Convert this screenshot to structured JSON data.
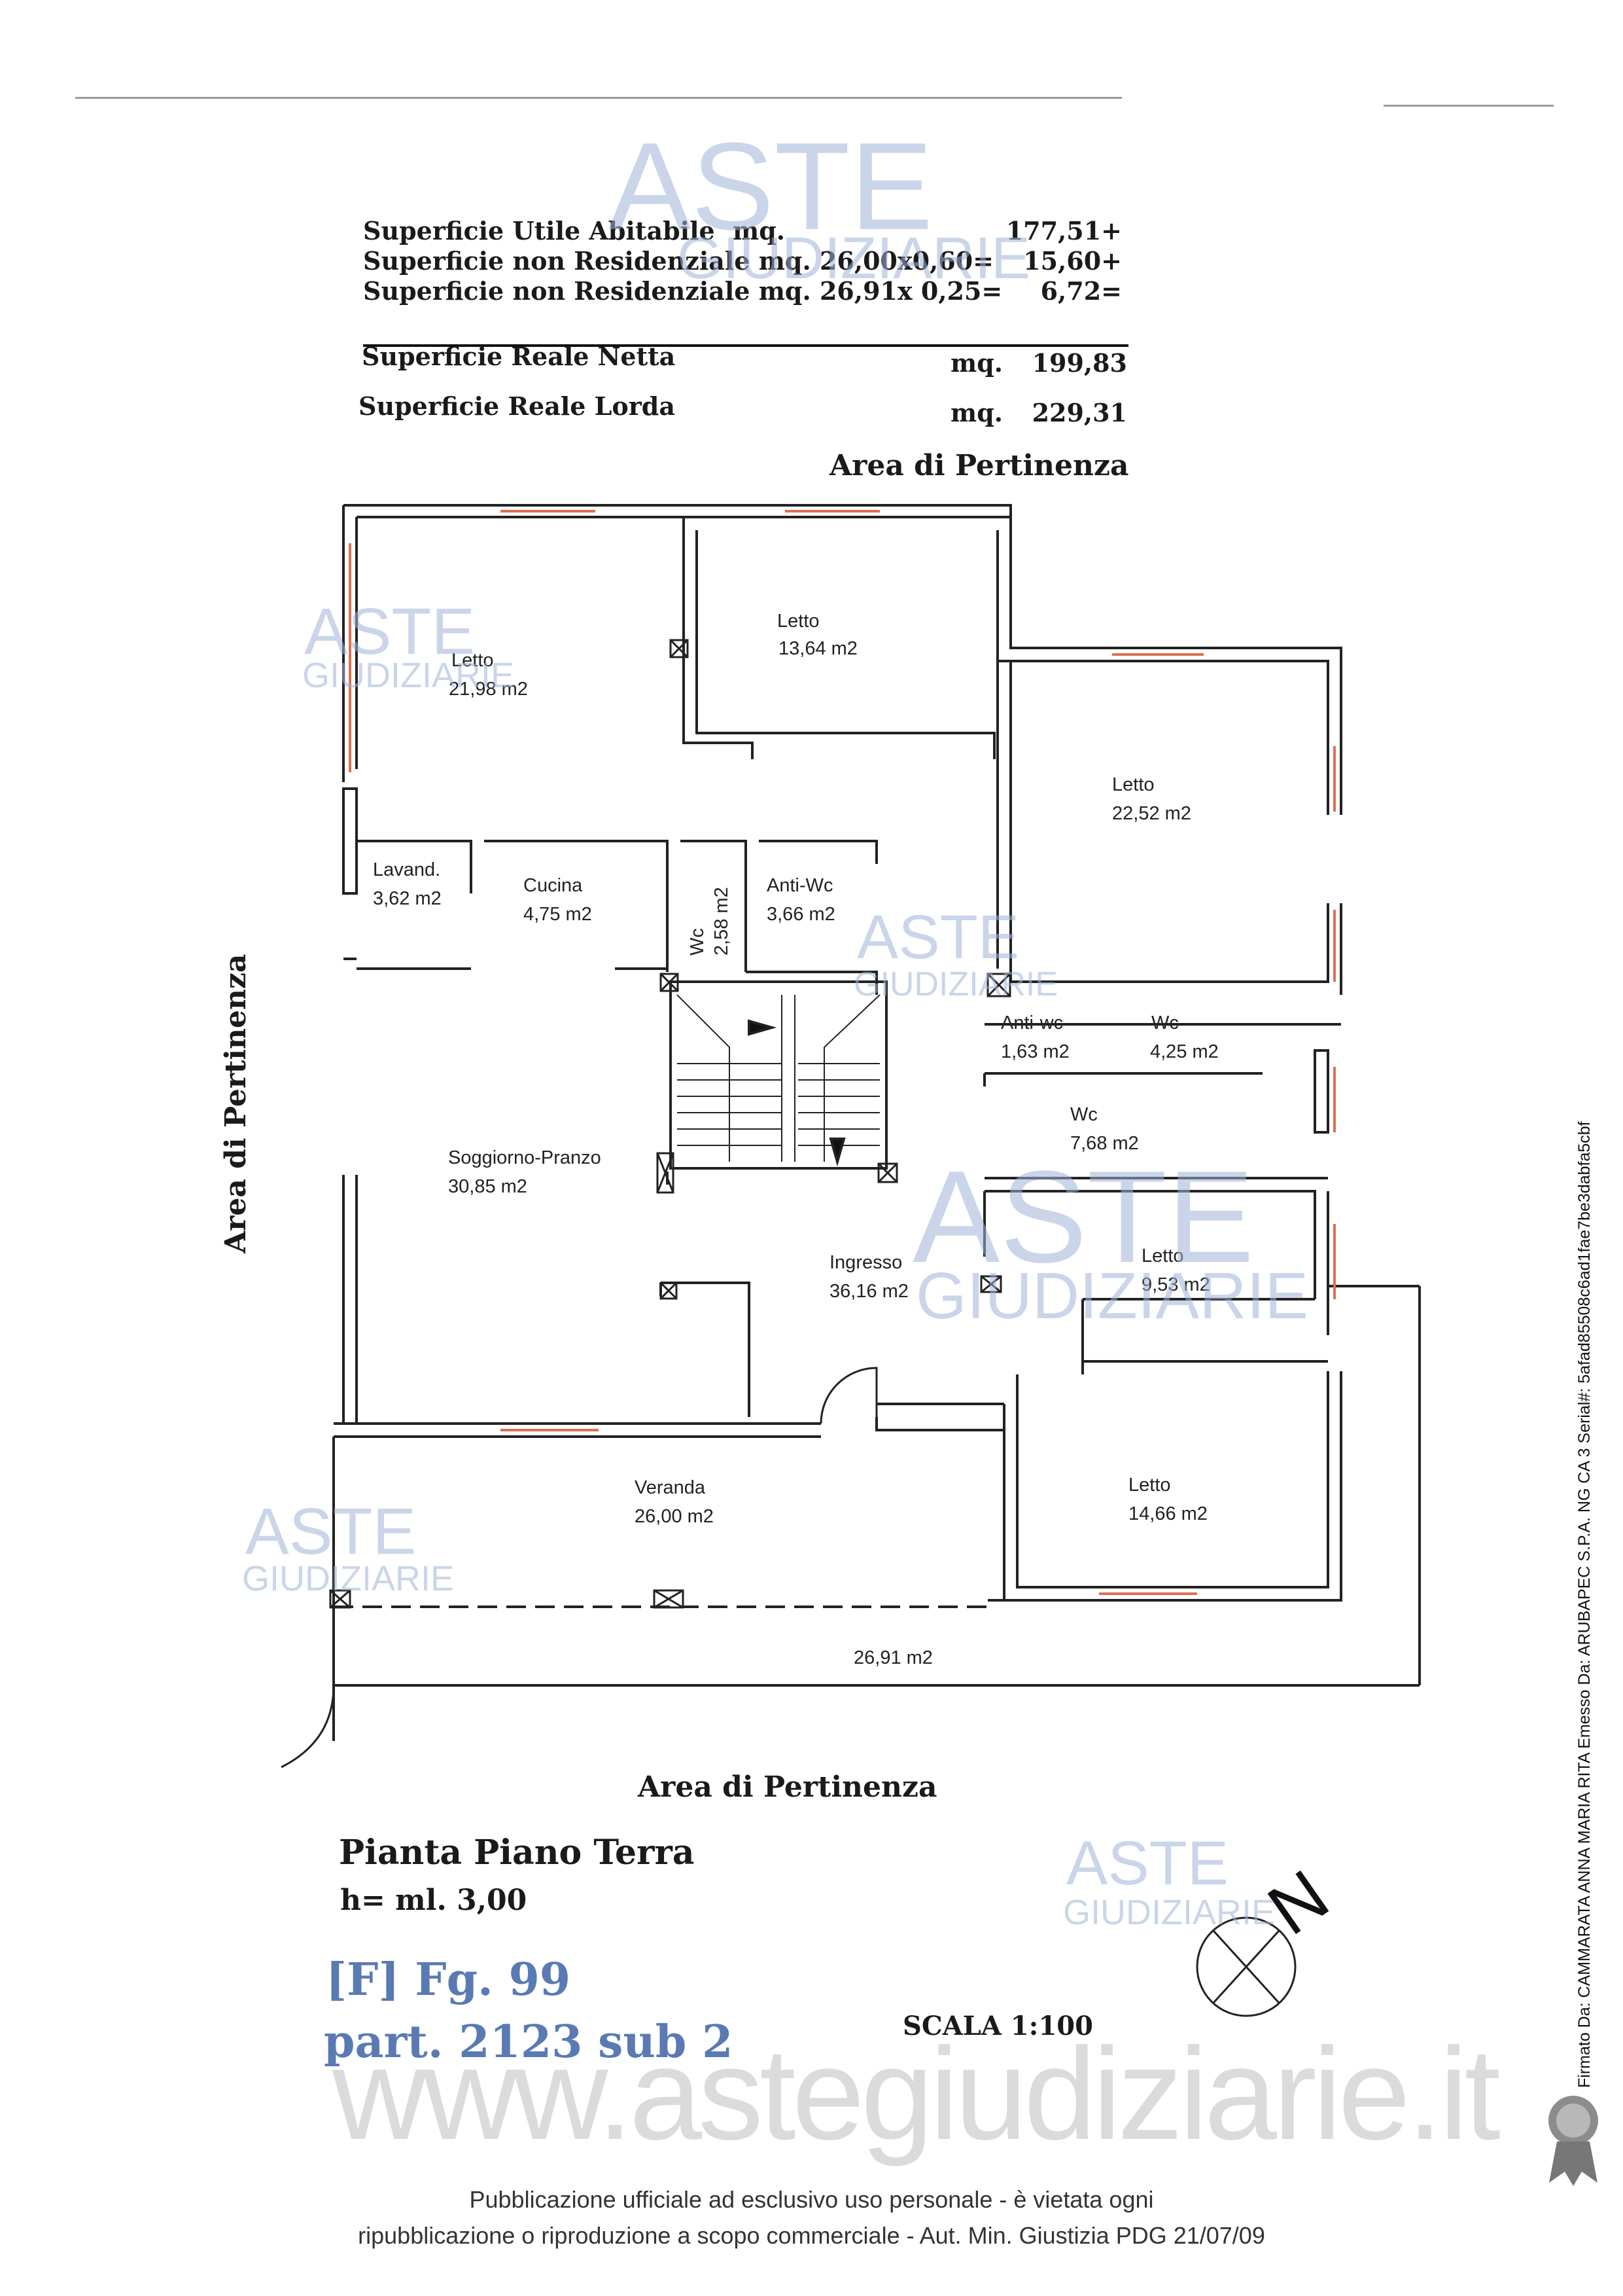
{
  "superfici": {
    "rows": [
      {
        "label": "Superficie Utile Abitabile",
        "mid": "mq.",
        "value": "177,51+"
      },
      {
        "label": "Superficie non Residenziale mq. 26,00x0,60=",
        "mid": "",
        "value": "15,60+"
      },
      {
        "label": "Superficie non Residenziale mq. 26,91x 0,25=",
        "mid": "",
        "value": "6,72="
      }
    ],
    "netta": {
      "label": "Superficie Reale Netta",
      "unit": "mq.",
      "value": "199,83"
    },
    "lorda": {
      "label": "Superficie Reale Lorda",
      "unit": "mq.",
      "value": "229,31"
    }
  },
  "area_pertinenza": "Area di Pertinenza",
  "rooms": [
    {
      "name": "Letto",
      "area": "21,98 m2"
    },
    {
      "name": "Letto",
      "area": "13,64 m2"
    },
    {
      "name": "Letto",
      "area": "22,52 m2"
    },
    {
      "name": "Lavand.",
      "area": "3,62 m2"
    },
    {
      "name": "Cucina",
      "area": "4,75 m2"
    },
    {
      "name": "Wc",
      "area": "2,58 m2"
    },
    {
      "name": "Anti-Wc",
      "area": "3,66 m2"
    },
    {
      "name": "Anti-wc",
      "area": "1,63 m2"
    },
    {
      "name": "Wc",
      "area": "4,25 m2"
    },
    {
      "name": "Wc",
      "area": "7,68 m2"
    },
    {
      "name": "Soggiorno-Pranzo",
      "area": "30,85 m2"
    },
    {
      "name": "Ingresso",
      "area": "36,16 m2"
    },
    {
      "name": "Letto",
      "area": "9,53 m2"
    },
    {
      "name": "Veranda",
      "area": "26,00 m2"
    },
    {
      "name": "Letto",
      "area": "14,66 m2"
    },
    {
      "name": "",
      "area": "26,91 m2"
    }
  ],
  "plan": {
    "title": "Pianta Piano Terra",
    "height": "h= ml. 3,00",
    "scale": "SCALA 1:100",
    "north": "N"
  },
  "catasto": {
    "line1": "[F] Fg. 99",
    "line2": "part. 2123 sub 2"
  },
  "watermark": {
    "brand1": "ASTE",
    "brand2": "GIUDIZIARIE",
    "url": "www.astegiudiziarie.it"
  },
  "footer": {
    "line1": "Pubblicazione ufficiale ad esclusivo uso personale - è vietata ogni",
    "line2": "ripubblicazione o riproduzione a scopo commerciale - Aut. Min. Giustizia PDG 21/07/09"
  },
  "signature": "Firmato Da: CAMMARATA ANNA MARIA RITA Emesso Da: ARUBAPEC S.P.A. NG CA 3 Serial#: 5afad85508c6ad1fae7be3dabfa5cbf",
  "colors": {
    "wall": "#222222",
    "opening": "#e07050",
    "watermark": "#9fb4d8",
    "catasto": "#5a7ab4"
  }
}
